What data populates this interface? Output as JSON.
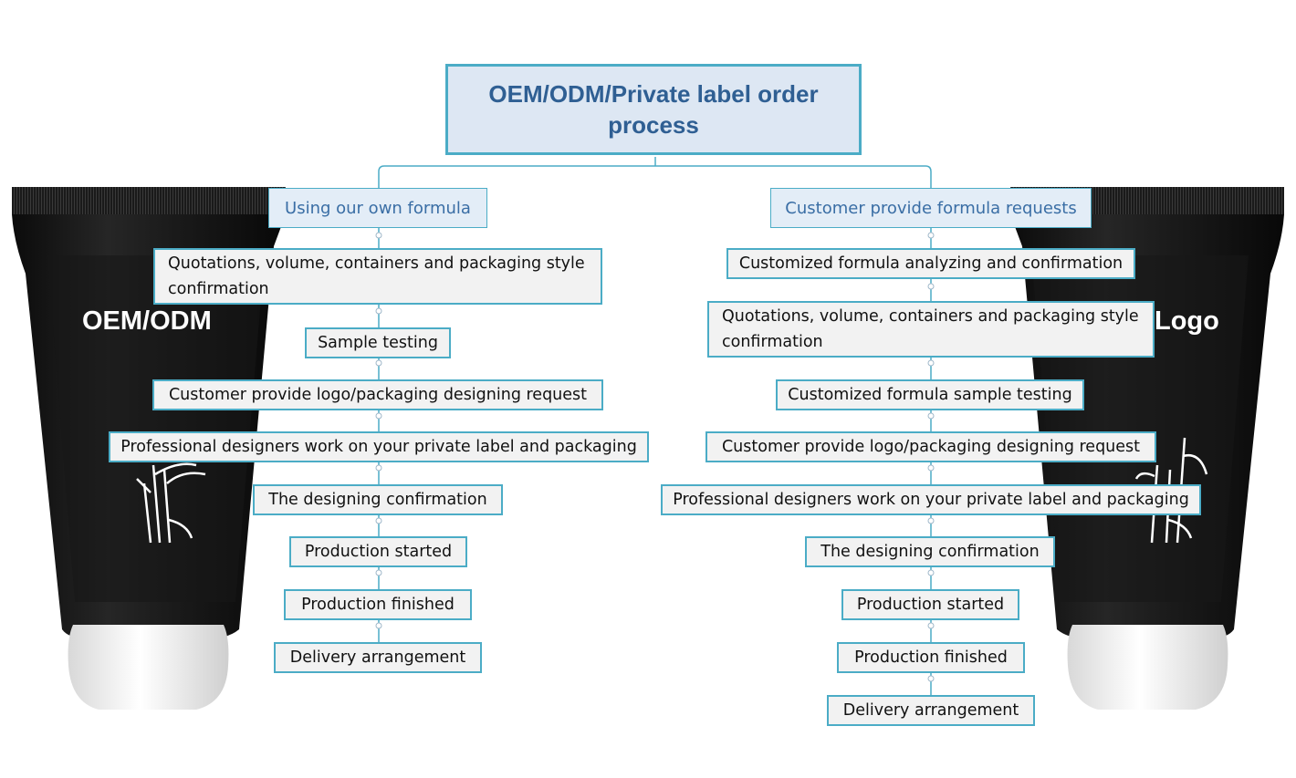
{
  "title": "OEM/ODM/Private label order process",
  "tube_labels": {
    "left": "OEM/ODM",
    "right": "Logo"
  },
  "branches": {
    "left": {
      "label": "Using our own formula",
      "steps": [
        "Quotations, volume, containers and packaging style confirmation",
        "Sample testing",
        "Customer provide logo/packaging designing request",
        "Professional designers work on your private label and packaging",
        "The designing confirmation",
        "Production started",
        "Production finished",
        "Delivery arrangement"
      ]
    },
    "right": {
      "label": "Customer provide formula requests",
      "steps": [
        "Customized formula analyzing and confirmation",
        "Quotations, volume, containers and packaging style confirmation",
        "Customized formula sample testing",
        "Customer provide logo/packaging designing request",
        "Professional designers work on your private label and packaging",
        "The designing confirmation",
        "Production started",
        "Production finished",
        "Delivery arrangement"
      ]
    }
  },
  "colors": {
    "border": "#4bacc6",
    "title_text": "#2f5f93",
    "branch_text": "#3a6ea5",
    "node_fill": "#f2f2f2"
  }
}
